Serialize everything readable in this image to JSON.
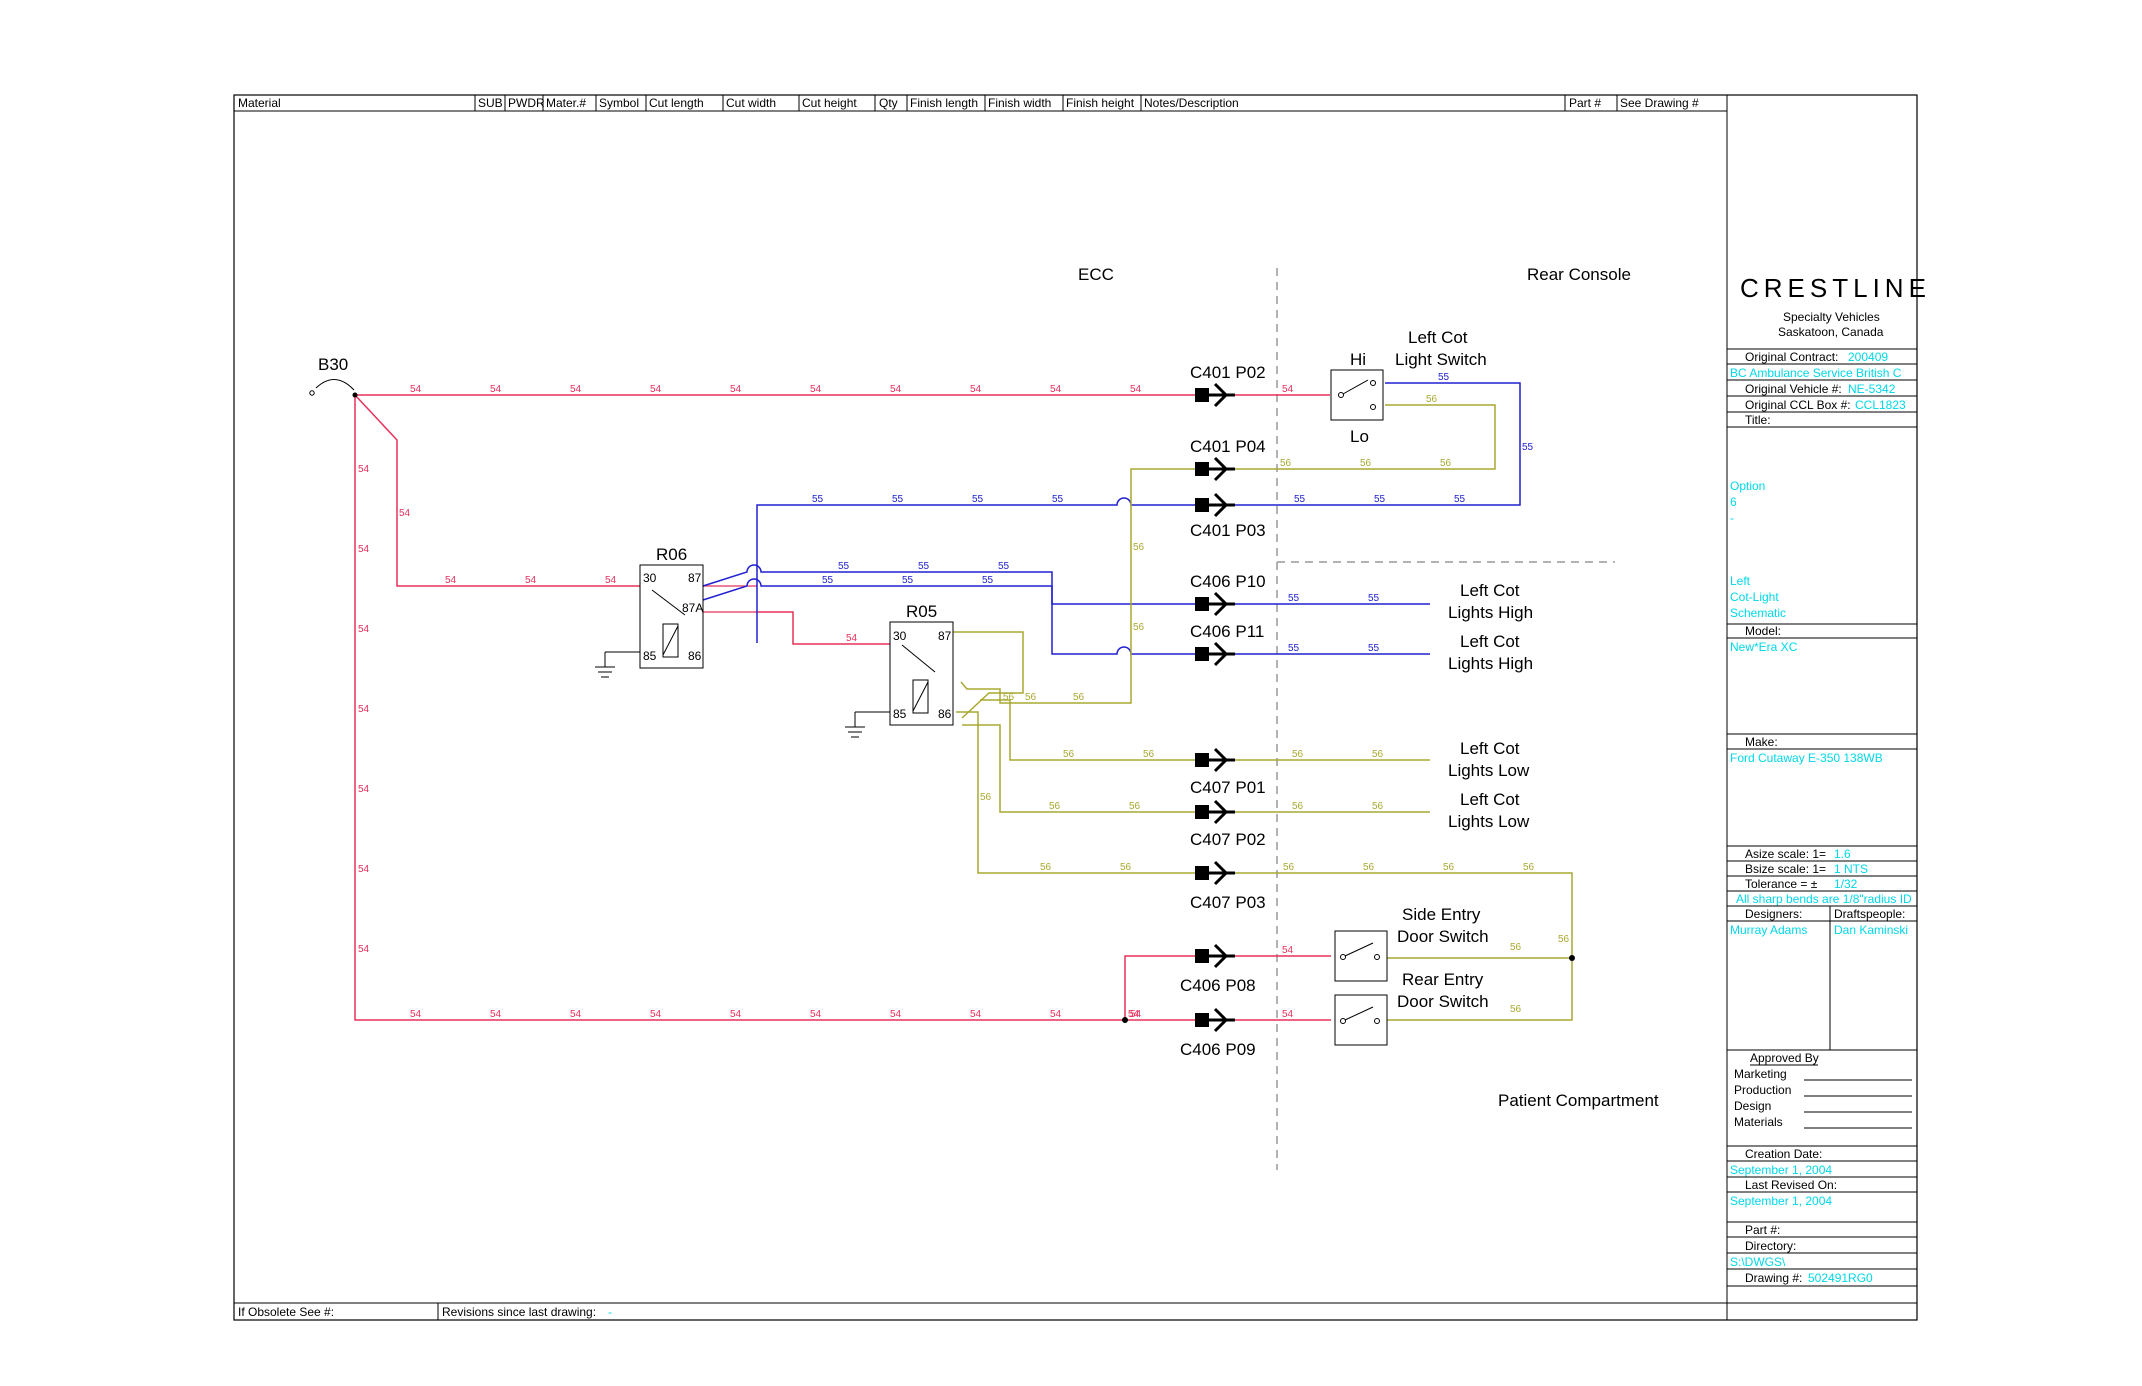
{
  "header": {
    "columns": [
      "Material",
      "SUB",
      "PWDR",
      "Mater.#",
      "Symbol",
      "Cut length",
      "Cut width",
      "Cut height",
      "Qty",
      "Finish length",
      "Finish width",
      "Finish height",
      "Notes/Description",
      "Part #",
      "See Drawing #"
    ]
  },
  "footer": {
    "obsolete": "If Obsolete See #:",
    "revisions_label": "Revisions since last drawing:",
    "revisions_value": "-"
  },
  "schematic": {
    "zones": {
      "ecc": "ECC",
      "rear_console": "Rear Console",
      "patient": "Patient Compartment"
    },
    "source": "B30",
    "relays": {
      "r06": {
        "name": "R06",
        "pins": [
          "30",
          "87",
          "87A",
          "85",
          "86"
        ]
      },
      "r05": {
        "name": "R05",
        "pins": [
          "30",
          "87",
          "85",
          "86"
        ]
      }
    },
    "connectors": {
      "c401p02": "C401 P02",
      "c401p04": "C401 P04",
      "c401p03": "C401 P03",
      "c406p10": "C406 P10",
      "c406p11": "C406 P11",
      "c407p01": "C407 P01",
      "c407p02": "C407 P02",
      "c407p03": "C407 P03",
      "c406p08": "C406 P08",
      "c406p09": "C406 P09"
    },
    "devices": {
      "cot_switch": [
        "Left Cot",
        "Light Switch"
      ],
      "hi": "Hi",
      "lo": "Lo",
      "high1": [
        "Left Cot",
        "Lights High"
      ],
      "high2": [
        "Left Cot",
        "Lights High"
      ],
      "low1": [
        "Left Cot",
        "Lights Low"
      ],
      "low2": [
        "Left Cot",
        "Lights Low"
      ],
      "side_door": [
        "Side Entry",
        "Door Switch"
      ],
      "rear_door": [
        "Rear Entry",
        "Door Switch"
      ]
    },
    "wire_numbers": {
      "red": "54",
      "blue": "55",
      "olive": "56"
    },
    "colors": {
      "red": "#e8305a",
      "blue": "#2020d0",
      "olive": "#a8a830"
    }
  },
  "title_block": {
    "logo": "CRESTLINE",
    "company_line1": "Specialty Vehicles",
    "company_line2": "Saskatoon, Canada",
    "original_contract_label": "Original Contract:",
    "original_contract": "200409",
    "customer": "BC Ambulance Service British C",
    "original_vehicle_label": "Original Vehicle #:",
    "original_vehicle": "NE-5342",
    "original_ccl_label": "Original CCL Box #:",
    "original_ccl": "CCL1823",
    "title_label": "Title:",
    "title_lines": [
      "Option",
      "6",
      "-"
    ],
    "title_lines2": [
      "Left",
      "Cot-Light",
      "Schematic"
    ],
    "model_label": "Model:",
    "model": "New*Era XC",
    "make_label": "Make:",
    "make": "Ford Cutaway E-350 138WB",
    "asize_label": "Asize scale: 1=",
    "asize": "1.6",
    "bsize_label": "Bsize scale: 1=",
    "bsize": "1  NTS",
    "tolerance_label": "Tolerance = ±",
    "tolerance": "1/32",
    "bends_note": "All sharp bends are 1/8\"radius ID",
    "designers_label": "Designers:",
    "designers": "Murray Adams",
    "draftspeople_label": "Draftspeople:",
    "draftspeople": "Dan Kaminski",
    "approved_by": "Approved By",
    "approvals": [
      "Marketing",
      "Production",
      "Design",
      "Materials"
    ],
    "creation_label": "Creation Date:",
    "creation_date": "September 1, 2004",
    "revised_label": "Last Revised On:",
    "revised_date": "September 1, 2004",
    "part_label": "Part #:",
    "directory_label": "Directory:",
    "directory": "S:\\DWGS\\",
    "drawing_label": "Drawing #:",
    "drawing": "502491RG0"
  }
}
